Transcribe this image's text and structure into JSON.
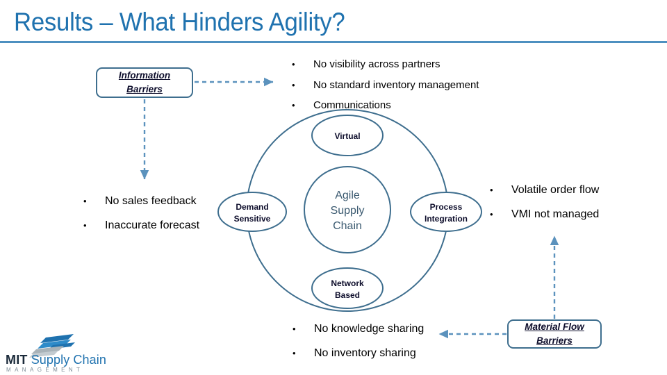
{
  "slide": {
    "title": "Results – What Hinders Agility?",
    "accent_color": "#1F72AF",
    "rule_color": "#4E90C0",
    "diagram_stroke": "#3E6E8E",
    "arrow_color": "#5B92BD"
  },
  "bullets": {
    "top": [
      "No visibility across partners",
      "No standard inventory management",
      "Communications"
    ],
    "left": [
      "No sales feedback",
      "Inaccurate forecast"
    ],
    "right": [
      "Volatile order flow",
      "VMI not managed"
    ],
    "bottom": [
      "No knowledge sharing",
      "No inventory sharing"
    ],
    "marker": "•"
  },
  "boxes": {
    "information_barriers": {
      "line1": "Information",
      "line2": "Barriers"
    },
    "material_flow_barriers": {
      "line1": "Material Flow",
      "line2": "Barriers"
    }
  },
  "diagram": {
    "core": {
      "line1": "Agile",
      "line2": "Supply",
      "line3": "Chain"
    },
    "lobes": {
      "top": {
        "line1": "Virtual",
        "line2": ""
      },
      "left": {
        "line1": "Demand",
        "line2": "Sensitive"
      },
      "right": {
        "line1": "Process",
        "line2": "Integration"
      },
      "bottom": {
        "line1": "Network",
        "line2": "Based"
      }
    }
  },
  "logo": {
    "mit": "MIT",
    "supply_chain": " Supply Chain",
    "management": "MANAGEMENT"
  }
}
